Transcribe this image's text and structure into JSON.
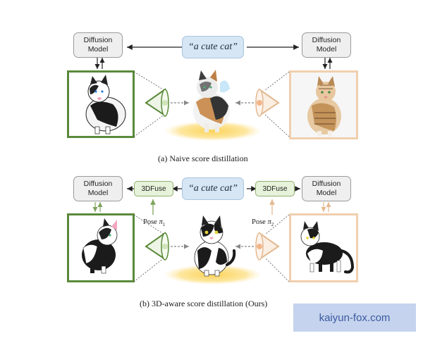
{
  "panel_a": {
    "caption": "(a) Naive score distillation",
    "prompt": "“a cute cat”",
    "left_model": "Diffusion Model",
    "right_model": "Diffusion Model"
  },
  "panel_b": {
    "caption": "(b) 3D-aware score distillation (Ours)",
    "prompt": "“a cute cat”",
    "left_model": "Diffusion Model",
    "right_model": "Diffusion Model",
    "left_fuse": "3DFuse",
    "right_fuse": "3DFuse",
    "left_pose_label": "Pose",
    "left_pose_symbol": "π",
    "left_pose_sub": "1",
    "right_pose_label": "Pose",
    "right_pose_symbol": "π",
    "right_pose_sub": "2"
  },
  "watermark": "kaiyun-fox.com",
  "colors": {
    "green": "#5a8a3a",
    "peach": "#f0cfae",
    "prompt_fill": "#d6e6f5",
    "fuse_fill": "#e7f2da",
    "disc": "#fbd96a"
  }
}
